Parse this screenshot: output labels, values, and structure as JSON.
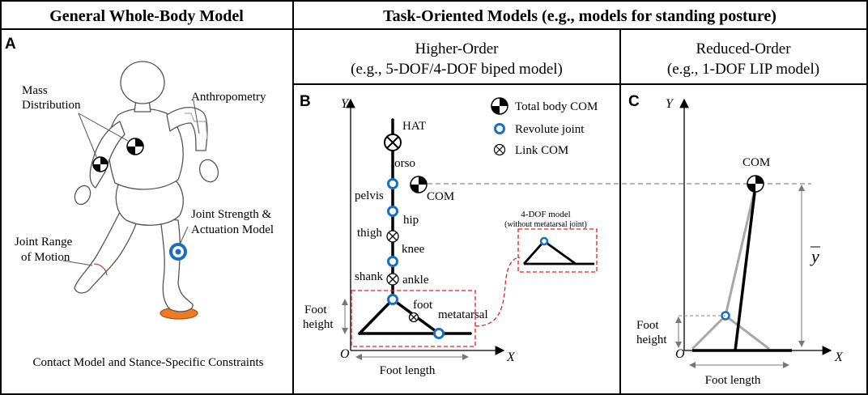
{
  "headers": {
    "general": "General Whole-Body Model",
    "task": "Task-Oriented Models (e.g., models for standing posture)",
    "higher_title": "Higher-Order",
    "higher_sub": "(e.g., 5-DOF/4-DOF biped model)",
    "reduced_title": "Reduced-Order",
    "reduced_sub": "(e.g., 1-DOF LIP model)"
  },
  "panel_a": {
    "letter": "A",
    "mass_1": "Mass",
    "mass_2": "Distribution",
    "anthro": "Anthropometry",
    "joint_strength_1": "Joint Strength &",
    "joint_strength_2": "Actuation Model",
    "rom_1": "Joint Range",
    "rom_2": "of Motion",
    "contact": "Contact Model and Stance-Specific Constraints"
  },
  "panel_b": {
    "letter": "B",
    "y_axis": "Y",
    "x_axis": "X",
    "origin": "O",
    "legend_com": "Total body COM",
    "legend_joint": "Revolute joint",
    "legend_link": "Link COM",
    "hat": "HAT",
    "torso": "torso",
    "com": "COM",
    "pelvis": "pelvis",
    "hip": "hip",
    "thigh": "thigh",
    "knee": "knee",
    "shank": "shank",
    "ankle": "ankle",
    "foot": "foot",
    "metatarsal": "metatarsal",
    "foot_height_1": "Foot",
    "foot_height_2": "height",
    "foot_length": "Foot length",
    "inset_title": "4-DOF model",
    "inset_sub": "(without  metatarsal joint)"
  },
  "panel_c": {
    "letter": "C",
    "y_axis": "Y",
    "x_axis": "X",
    "origin": "O",
    "com": "COM",
    "ybar": "y",
    "foot_height_1": "Foot",
    "foot_height_2": "height",
    "foot_length": "Foot length"
  },
  "colors": {
    "joint_blue": "#1a6fc4",
    "dashed_red": "#e02020",
    "contact_orange": "#f07a22",
    "gray_leg": "#a8a8a8"
  }
}
